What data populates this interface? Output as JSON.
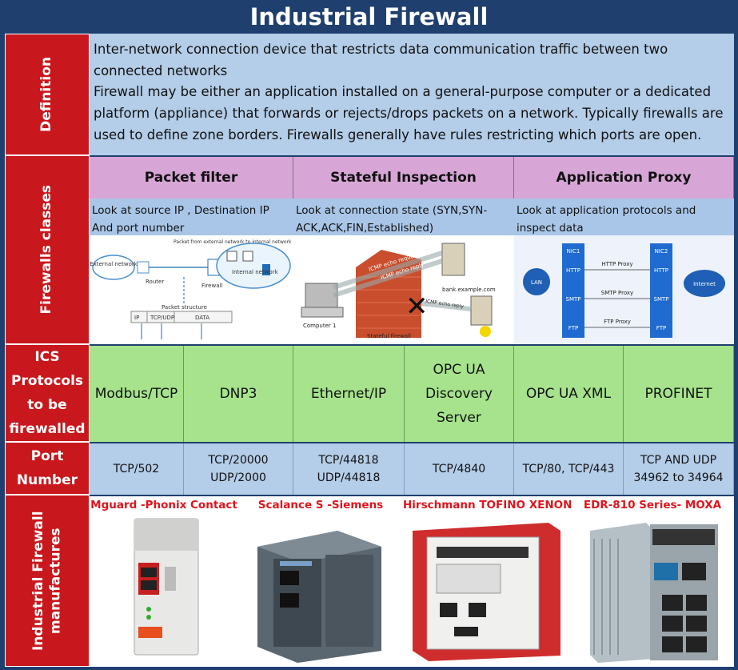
{
  "title": "Industrial Firewall",
  "side_labels": {
    "definition": "Definition",
    "classes": "Firewalls classes",
    "protocols": "ICS Protocols to be firewalled",
    "port": "Port Number",
    "manufactures": "Industrial Firewall manufactures"
  },
  "definition": {
    "para1": "Inter-network connection device that restricts data communication traffic between two connected networks",
    "para2": "Firewall may be either an application installed on a general-purpose computer or a dedicated platform (appliance) that forwards or rejects/drops packets on a network. Typically firewalls are used to define zone borders. Firewalls generally have rules restricting which ports are open."
  },
  "classes": [
    {
      "name": "Packet filter",
      "desc": "Look at source IP  , Destination IP And port number",
      "diagram": {
        "external": "External network",
        "router": "Router",
        "packet_from": "Packet from external network to internal network",
        "internal": "Internal network",
        "firewall": "Firewall",
        "structure": "Packet structure",
        "fields": [
          "IP",
          "TCP/UDP",
          "DATA"
        ]
      }
    },
    {
      "name": "Stateful Inspection",
      "desc": "Look at connection state (SYN,SYN-ACK,ACK,FIN,Established)",
      "diagram": {
        "req": "ICMP echo request",
        "reply": "ICMP echo reply",
        "reply2": "ICMP echo reply",
        "server": "bank.example.com",
        "computer": "Computer 1",
        "firewall": "Stateful firewall"
      }
    },
    {
      "name": "Application Proxy",
      "desc": "Look at application protocols and inspect data",
      "diagram": {
        "lan": "LAN",
        "internet": "Internet",
        "nic1": "NIC1",
        "nic2": "NIC2",
        "protocols": [
          "HTTP",
          "SMTP",
          "FTP"
        ],
        "proxies": [
          "HTTP Proxy",
          "SMTP Proxy",
          "FTP Proxy"
        ]
      }
    }
  ],
  "protocols": [
    "Modbus/TCP",
    "DNP3",
    "Ethernet/IP",
    "OPC UA Discovery Server",
    "OPC UA XML",
    "PROFINET"
  ],
  "ports": [
    "TCP/502",
    "TCP/20000\nUDP/2000",
    "TCP/44818\nUDP/44818",
    "TCP/4840",
    "TCP/80, TCP/443",
    "TCP AND UDP\n34962 to 34964"
  ],
  "manufacturers": [
    "Mguard -Phonix Contact",
    "Scalance S  -Siemens",
    "Hirschmann TOFINO XENON",
    "EDR-810 Series- MOXA"
  ],
  "colors": {
    "title_bg": "#1f3f6f",
    "side_red": "#c8181d",
    "definition_bg": "#b4cde8",
    "class_header": "#d7a6d6",
    "protocol_bg": "#a6e38c",
    "manufacturer_text": "#e0141c"
  }
}
